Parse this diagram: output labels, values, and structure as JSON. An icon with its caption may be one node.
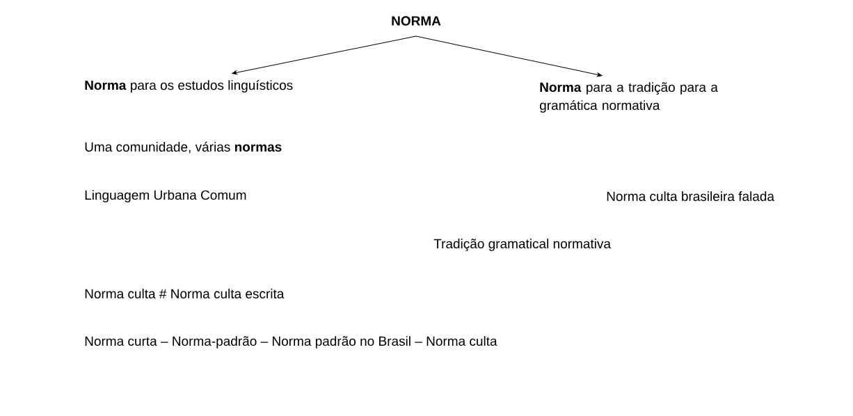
{
  "diagram": {
    "nodes": [
      {
        "text": [
          "NORMA"
        ]
      },
      {
        "text": [
          "**Norma** para os estudos linguísticos"
        ]
      },
      {
        "text": [
          "**Norma** para a tradição para a gramática normativa"
        ]
      }
    ],
    "edges": [
      {
        "from": 0,
        "to": 1,
        "arrow": "to"
      },
      {
        "from": 0,
        "to": 2,
        "arrow": "to"
      }
    ],
    "labels": [
      "Uma comunidade, várias **normas**",
      "Linguagem Urbana Comum",
      "Norma culta brasileira falada",
      "Tradição gramatical normativa",
      "Norma culta # Norma culta escrita",
      "Norma curta – Norma-padrão – Norma padrão no Brasil – Norma culta"
    ]
  }
}
